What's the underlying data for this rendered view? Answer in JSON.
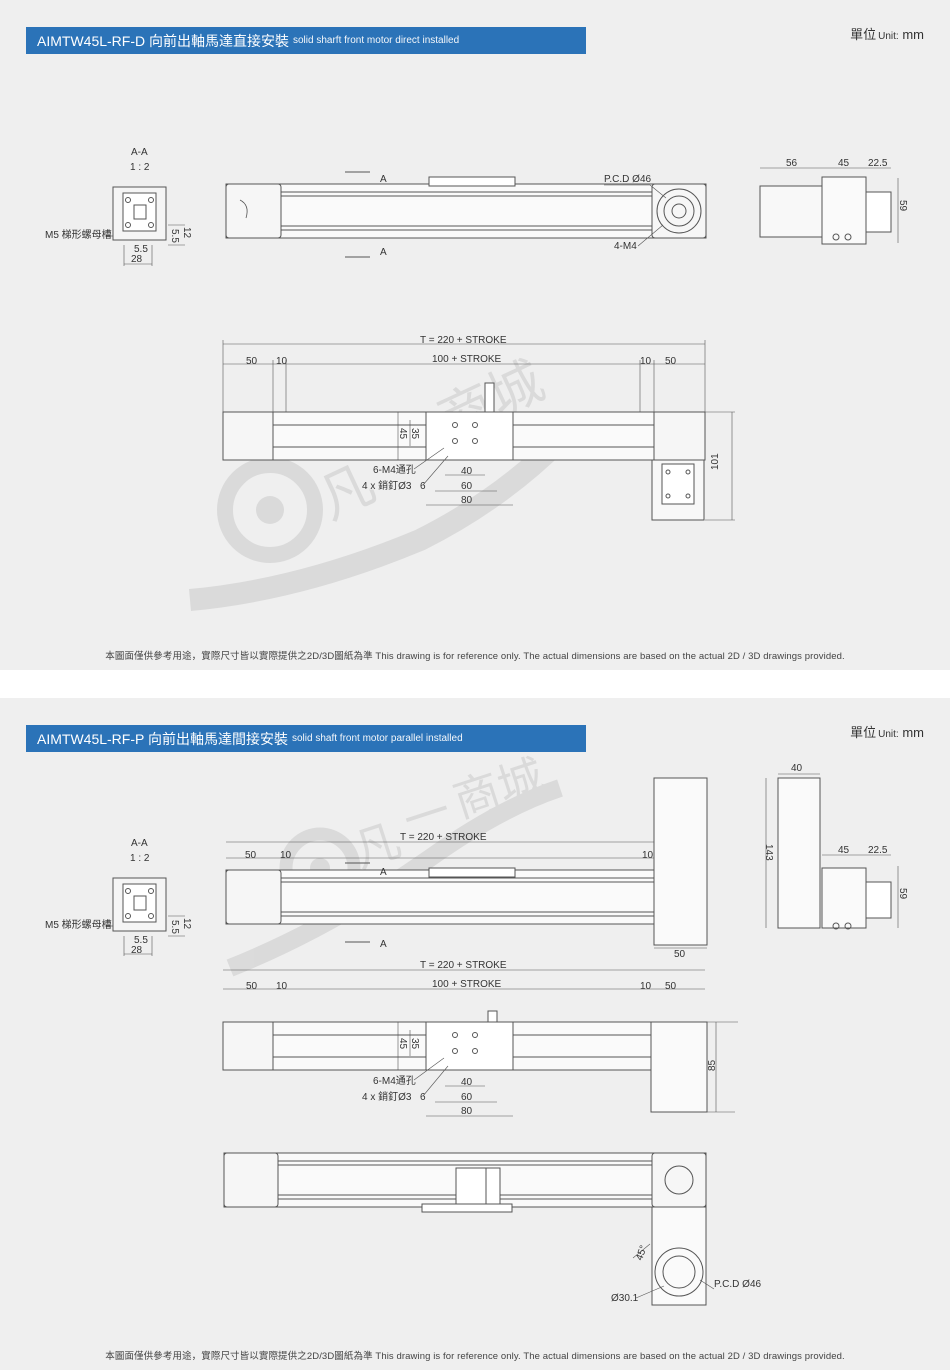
{
  "unit_label": {
    "main": "單位",
    "sub": "Unit:",
    "value": "mm"
  },
  "footer_note": "本圖面僅供參考用途，實際尺寸皆以實際提供之2D/3D圖紙為準 This drawing is for reference only. The actual dimensions are based on the actual 2D / 3D drawings provided.",
  "panel1": {
    "title_main": "AIMTW45L-RF-D 向前出軸馬達直接安裝",
    "title_sub": "solid sharft front motor direct installed",
    "section": {
      "name": "A-A",
      "scale": "1 : 2",
      "slot_label": "M5 梯形螺母槽",
      "d_55a": "5.5",
      "d_55b": "5.5",
      "d_12": "12",
      "d_28": "28"
    },
    "top_view": {
      "cut_a1": "A",
      "cut_a2": "A",
      "pcd": "P.C.D Ø46",
      "m4": "4-M4"
    },
    "side_view": {
      "d56": "56",
      "d45": "45",
      "d225": "22.5",
      "d59": "59"
    },
    "front_view": {
      "t_stroke": "T = 220 + STROKE",
      "stroke": "100 + STROKE",
      "l50": "50",
      "l10": "10",
      "r10": "10",
      "r50": "50",
      "d45": "45",
      "d35": "35",
      "d101": "101",
      "holes": "6-M4通孔",
      "pins": "4 x 銷釘Ø3",
      "pin_depth": "6",
      "d40": "40",
      "d60": "60",
      "d80": "80"
    }
  },
  "panel2": {
    "title_main": "AIMTW45L-RF-P 向前出軸馬達間接安裝",
    "title_sub": "solid shaft front motor parallel installed",
    "section": {
      "name": "A-A",
      "scale": "1 : 2",
      "slot_label": "M5 梯形螺母槽",
      "d_55a": "5.5",
      "d_55b": "5.5",
      "d_12": "12",
      "d_28": "28"
    },
    "top_view": {
      "t_stroke": "T = 220 + STROKE",
      "l50": "50",
      "l10": "10",
      "r10": "10",
      "cut_a1": "A",
      "cut_a2": "A",
      "d50": "50"
    },
    "side_view": {
      "d40": "40",
      "d143": "143",
      "d45": "45",
      "d225": "22.5",
      "d59": "59"
    },
    "front_view": {
      "t_stroke": "T = 220 + STROKE",
      "stroke": "100 + STROKE",
      "l50": "50",
      "l10": "10",
      "r10": "10",
      "r50": "50",
      "d45": "45",
      "d35": "35",
      "d85": "85",
      "holes": "6-M4通孔",
      "pins": "4 x 銷釘Ø3",
      "pin_depth": "6",
      "d40": "40",
      "d60": "60",
      "d80": "80"
    },
    "bottom_view": {
      "angle": "45°",
      "d301": "Ø30.1",
      "pcd": "P.C.D Ø46"
    }
  }
}
